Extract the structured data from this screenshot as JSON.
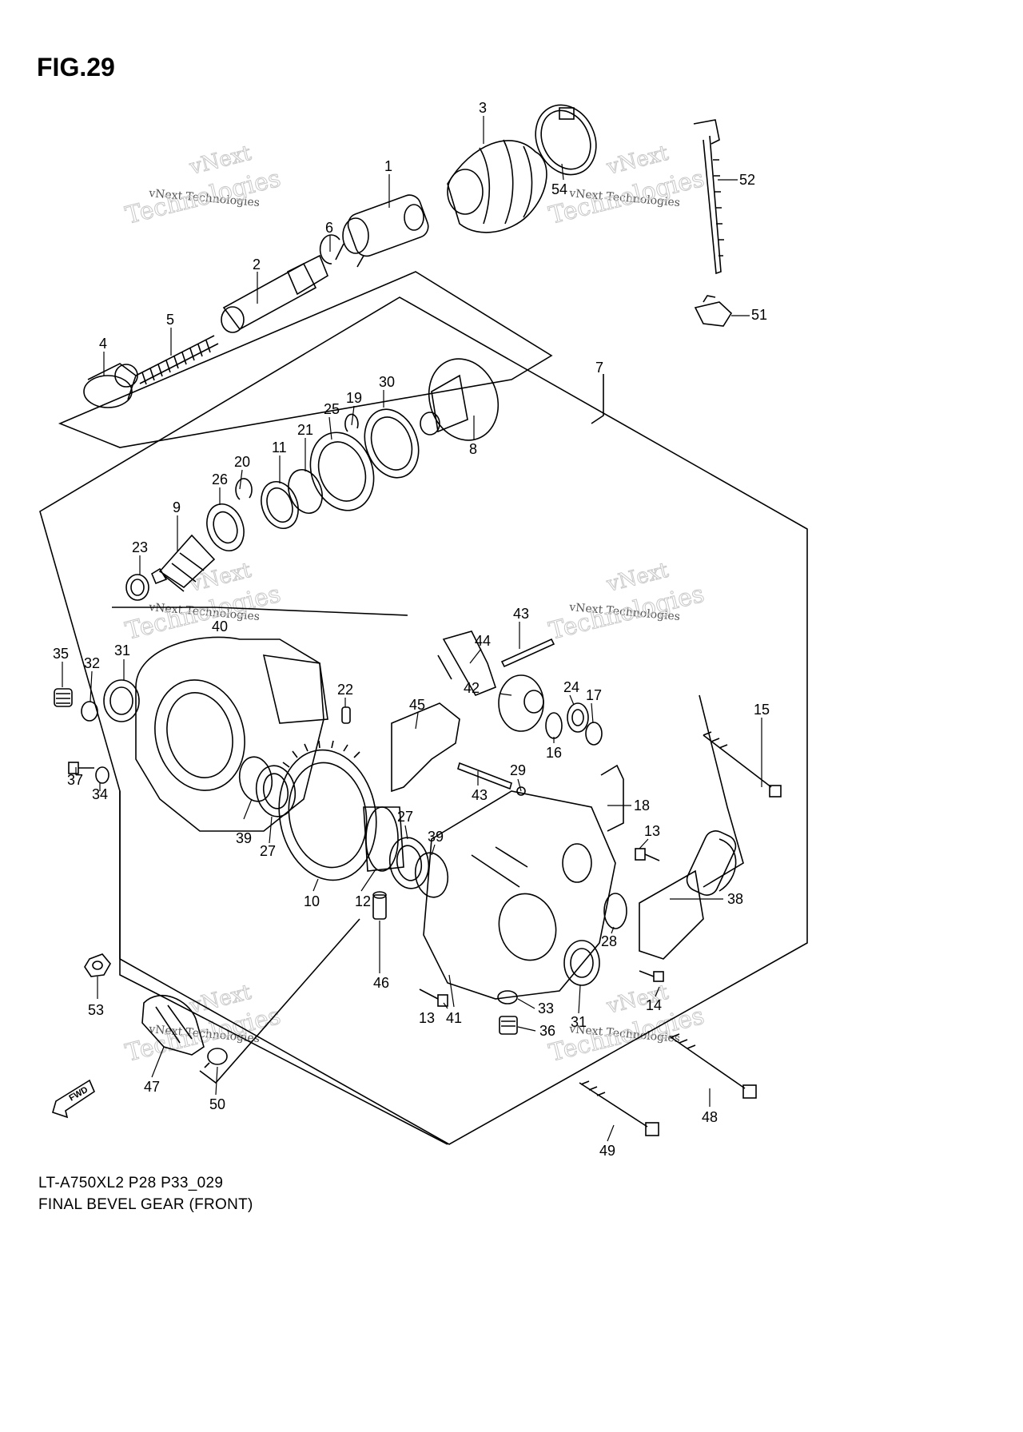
{
  "figure_title": "FIG.29",
  "model_code": "LT-A750XL2 P28 P33_029",
  "assembly_name": "FINAL BEVEL GEAR (FRONT)",
  "watermark": {
    "small_text": "vNext Technologies",
    "large_line1": "vNext",
    "large_line2": "Technologies"
  },
  "fwd_label": "FWD",
  "callouts": [
    {
      "id": "c1",
      "label": "1"
    },
    {
      "id": "c2",
      "label": "2"
    },
    {
      "id": "c3",
      "label": "3"
    },
    {
      "id": "c4",
      "label": "4"
    },
    {
      "id": "c5",
      "label": "5"
    },
    {
      "id": "c6",
      "label": "6"
    },
    {
      "id": "c7",
      "label": "7"
    },
    {
      "id": "c8",
      "label": "8"
    },
    {
      "id": "c9",
      "label": "9"
    },
    {
      "id": "c10",
      "label": "10"
    },
    {
      "id": "c11",
      "label": "11"
    },
    {
      "id": "c12",
      "label": "12"
    },
    {
      "id": "c13a",
      "label": "13"
    },
    {
      "id": "c13b",
      "label": "13"
    },
    {
      "id": "c14",
      "label": "14"
    },
    {
      "id": "c15",
      "label": "15"
    },
    {
      "id": "c16",
      "label": "16"
    },
    {
      "id": "c17",
      "label": "17"
    },
    {
      "id": "c18",
      "label": "18"
    },
    {
      "id": "c19",
      "label": "19"
    },
    {
      "id": "c20",
      "label": "20"
    },
    {
      "id": "c21",
      "label": "21"
    },
    {
      "id": "c22",
      "label": "22"
    },
    {
      "id": "c23",
      "label": "23"
    },
    {
      "id": "c24",
      "label": "24"
    },
    {
      "id": "c25",
      "label": "25"
    },
    {
      "id": "c26",
      "label": "26"
    },
    {
      "id": "c27a",
      "label": "27"
    },
    {
      "id": "c27b",
      "label": "27"
    },
    {
      "id": "c28",
      "label": "28"
    },
    {
      "id": "c29",
      "label": "29"
    },
    {
      "id": "c30",
      "label": "30"
    },
    {
      "id": "c31a",
      "label": "31"
    },
    {
      "id": "c31b",
      "label": "31"
    },
    {
      "id": "c32",
      "label": "32"
    },
    {
      "id": "c33",
      "label": "33"
    },
    {
      "id": "c34",
      "label": "34"
    },
    {
      "id": "c35",
      "label": "35"
    },
    {
      "id": "c36",
      "label": "36"
    },
    {
      "id": "c37",
      "label": "37"
    },
    {
      "id": "c38",
      "label": "38"
    },
    {
      "id": "c39a",
      "label": "39"
    },
    {
      "id": "c39b",
      "label": "39"
    },
    {
      "id": "c40",
      "label": "40"
    },
    {
      "id": "c41",
      "label": "41"
    },
    {
      "id": "c42",
      "label": "42"
    },
    {
      "id": "c43a",
      "label": "43"
    },
    {
      "id": "c43b",
      "label": "43"
    },
    {
      "id": "c44",
      "label": "44"
    },
    {
      "id": "c45",
      "label": "45"
    },
    {
      "id": "c46",
      "label": "46"
    },
    {
      "id": "c47",
      "label": "47"
    },
    {
      "id": "c48",
      "label": "48"
    },
    {
      "id": "c49",
      "label": "49"
    },
    {
      "id": "c50",
      "label": "50"
    },
    {
      "id": "c51",
      "label": "51"
    },
    {
      "id": "c52",
      "label": "52"
    },
    {
      "id": "c53",
      "label": "53"
    },
    {
      "id": "c54",
      "label": "54"
    }
  ]
}
